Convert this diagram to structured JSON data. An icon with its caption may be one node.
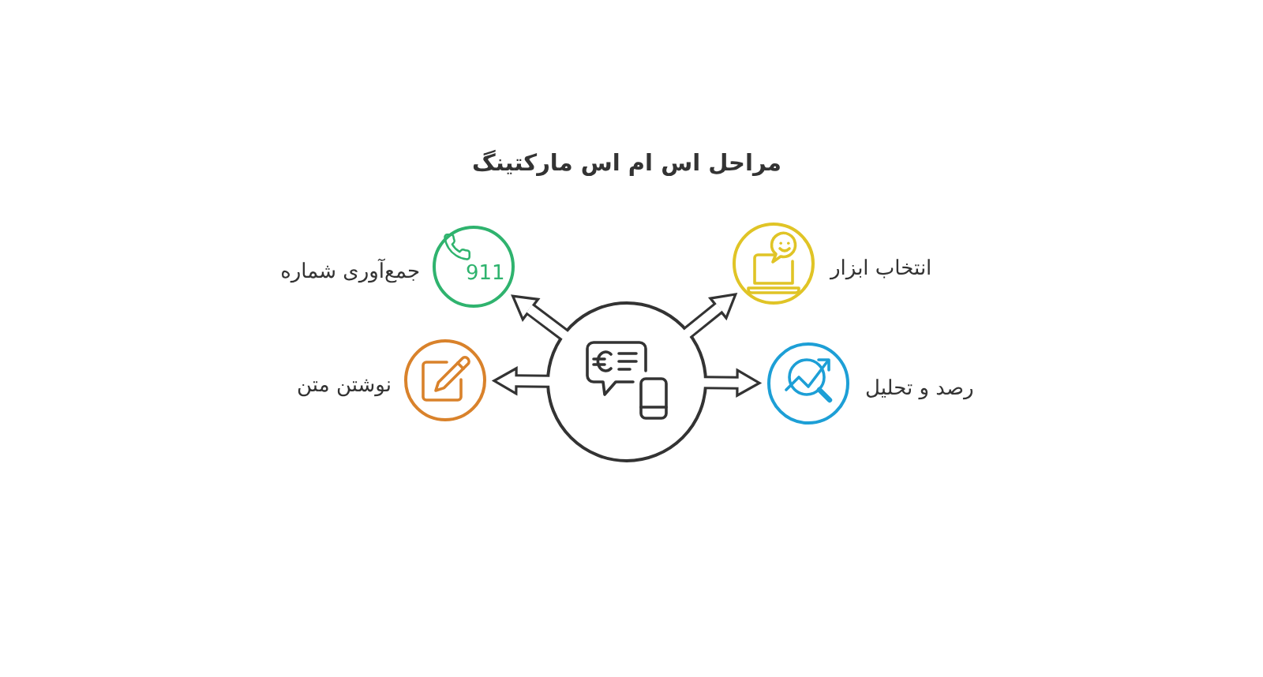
{
  "diagram": {
    "title": "مراحل اس ام اس مارکتینگ",
    "nodes": [
      {
        "text": [],
        "shape": "circle"
      },
      {
        "text": [
          "911"
        ],
        "beside": [
          "جمع‌آوری شماره"
        ]
      },
      {
        "text": [],
        "shape": "circle",
        "beside": [
          "نوشتن متن"
        ]
      },
      {
        "text": [],
        "shape": "circle",
        "beside": [
          "انتخاب ابزار"
        ]
      },
      {
        "text": [],
        "shape": "circle",
        "beside": [
          "رصد و تحلیل"
        ]
      }
    ],
    "edges": [
      {
        "from": 0,
        "to": 1,
        "arrow": "to"
      },
      {
        "from": 0,
        "to": 2,
        "arrow": "to"
      },
      {
        "from": 0,
        "to": 3,
        "arrow": "to"
      },
      {
        "from": 0,
        "to": 4,
        "arrow": "to"
      }
    ]
  }
}
